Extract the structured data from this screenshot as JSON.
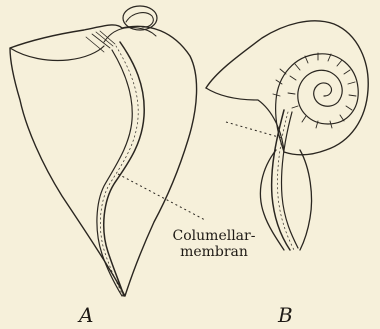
{
  "annotation": {
    "line1": "Columellar-",
    "line2": "membran"
  },
  "figures": [
    {
      "letter": "A"
    },
    {
      "letter": "B"
    }
  ],
  "colors": {
    "paper": "#f6f0da",
    "ink": "#2a2620"
  }
}
